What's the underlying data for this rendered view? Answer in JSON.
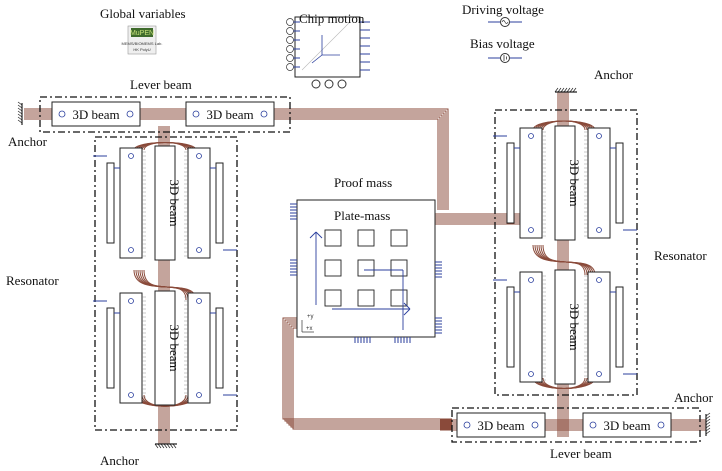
{
  "labels": {
    "global_variables": "Global variables",
    "chip_motion": "Chip motion",
    "driving_voltage": "Driving voltage",
    "bias_voltage": "Bias voltage",
    "lever_beam": "Lever beam",
    "anchor": "Anchor",
    "resonator": "Resonator",
    "proof_mass": "Proof mass",
    "plate_mass": "Plate-mass",
    "three_d_beam": "3D beam"
  },
  "logo": {
    "title": "MuPEN",
    "line1": "MEMS/BIOMEMS Lab.",
    "line2": "HK PolyU"
  },
  "axis": {
    "y": "+y",
    "x": "+x"
  },
  "colors": {
    "wire": "#8a4a3a",
    "pin": "#2b3f9e",
    "logo_bg": "#3f6b2c",
    "logo_fg": "#c8e27a"
  }
}
